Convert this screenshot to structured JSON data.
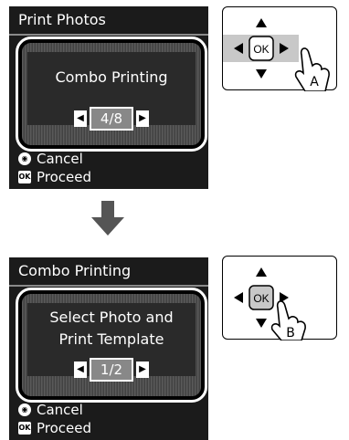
{
  "step1": {
    "screen_title": "Print Photos",
    "message": "Combo Printing",
    "pager": "4/8",
    "cancel_label": "Cancel",
    "proceed_label": "Proceed",
    "ok_label": "OK",
    "callout_label": "A"
  },
  "step2": {
    "screen_title": "Combo Printing",
    "message": "Select Photo and\nPrint Template",
    "pager": "1/2",
    "cancel_label": "Cancel",
    "proceed_label": "Proceed",
    "ok_label": "OK",
    "callout_label": "B"
  },
  "icons": {
    "cancel": "stop-icon",
    "proceed": "ok-icon"
  },
  "colors": {
    "screen_bg": "#1b1b1b",
    "highlight": "#c8c8c8"
  }
}
